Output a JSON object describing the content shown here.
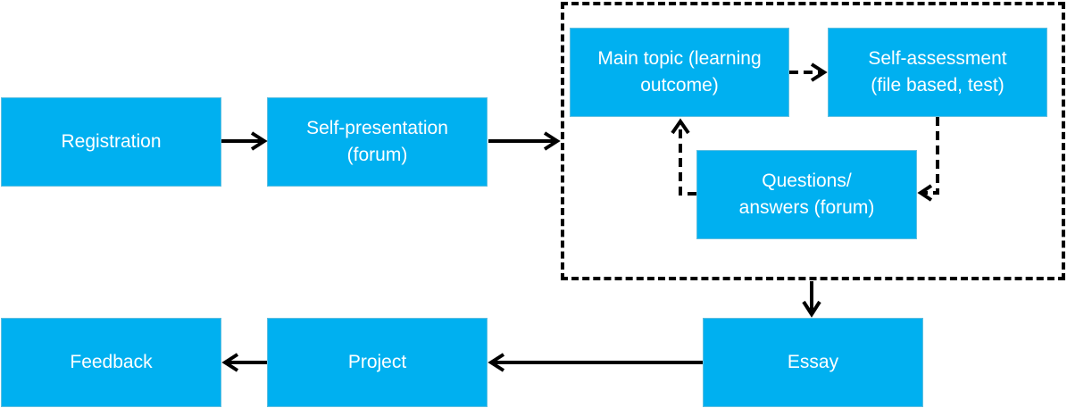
{
  "theme": {
    "box_fill": "#00b0f0",
    "box_text": "#ffffff",
    "line_color": "#000000"
  },
  "nodes": {
    "registration": "Registration",
    "self_presentation": "Self-presentation\n(forum)",
    "main_topic": "Main topic (learning\noutcome)",
    "self_assessment": "Self-assessment\n(file based, test)",
    "questions_answers": "Questions/\nanswers (forum)",
    "essay": "Essay",
    "project": "Project",
    "feedback": "Feedback"
  },
  "edges": [
    {
      "from": "registration",
      "to": "self_presentation",
      "style": "solid"
    },
    {
      "from": "self_presentation",
      "to": "module_group",
      "style": "solid"
    },
    {
      "from": "main_topic",
      "to": "self_assessment",
      "style": "dashed"
    },
    {
      "from": "self_assessment",
      "to": "questions_answers",
      "style": "dashed"
    },
    {
      "from": "questions_answers",
      "to": "main_topic",
      "style": "dashed"
    },
    {
      "from": "module_group",
      "to": "essay",
      "style": "solid"
    },
    {
      "from": "essay",
      "to": "project",
      "style": "solid"
    },
    {
      "from": "project",
      "to": "feedback",
      "style": "solid"
    }
  ]
}
